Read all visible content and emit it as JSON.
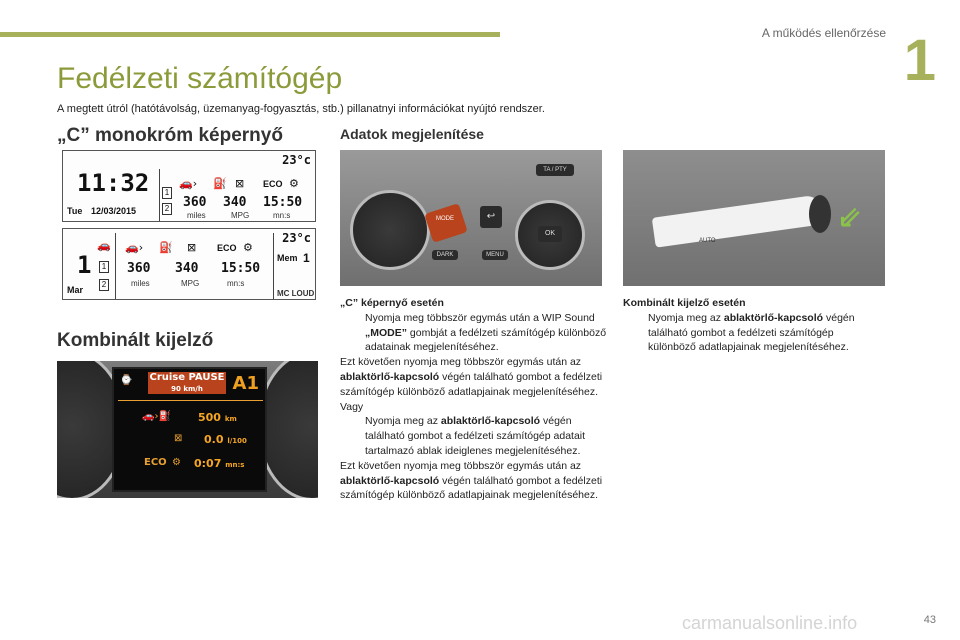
{
  "header": {
    "section": "A működés ellenőrzése",
    "chapter": "1"
  },
  "title": "Fedélzeti számítógép",
  "intro": "A megtett útról (hatótávolság, üzemanyag-fogyasztás, stb.) pillanatnyi információkat nyújtó rendszer.",
  "sections": {
    "mono": "„C” monokróm képernyő",
    "data": "Adatok megjelenítése",
    "combined": "Kombinált kijelző"
  },
  "lcd1": {
    "clock": "11:32",
    "temp": "23°c",
    "day": "Tue",
    "date": "12/03/2015",
    "values": [
      "360",
      "340",
      "15:50"
    ],
    "units": [
      "miles",
      "MPG",
      "mn:s"
    ],
    "eco": "ECO",
    "boxes": [
      "1",
      "2"
    ]
  },
  "lcd2": {
    "clock": "1",
    "temp": "23°c",
    "day": "Mar",
    "mem": "Mem",
    "mem_num": "1",
    "values": [
      "360",
      "340",
      "15:50"
    ],
    "units": [
      "miles",
      "MPG",
      "mn:s"
    ],
    "eco": "ECO",
    "boxes": [
      "1",
      "2"
    ],
    "bottom": "MC LOUD"
  },
  "dash": {
    "cruise": "Cruise PAUSE",
    "cruise_speed": "90 km/h",
    "gear": "A1",
    "rows": [
      {
        "value": "500",
        "unit": "km"
      },
      {
        "value": "0.0",
        "unit": "l/100"
      },
      {
        "value": "0:07",
        "unit": "mn:s"
      }
    ],
    "eco": "ECO"
  },
  "mode_photo": {
    "mode": "MODE",
    "dark": "DARK",
    "menu": "MENU",
    "ok": "OK",
    "ta": "TA / PTY"
  },
  "stalk_photo": {
    "auto": "AUTO"
  },
  "left_text": {
    "heading": "„C” képernyő esetén",
    "bullet_mark": "",
    "b1_pre": "Nyomja meg többször egymás után a WIP Sound ",
    "b1_bold": "„MODE”",
    "b1_post": " gombját a fedélzeti számítógép különböző adatainak megjelenítéséhez.",
    "p1_pre": "Ezt követően nyomja meg többször egymás után az ",
    "p1_bold": "ablaktörlő-kapcsoló",
    "p1_post": " végén található gombot a fedélzeti számítógép különböző adatlapjainak megjelenítéséhez.",
    "or": "Vagy",
    "b2_pre": "Nyomja meg az ",
    "b2_bold": "ablaktörlő-kapcsoló",
    "b2_post": " végén található gombot a fedélzeti számítógép adatait tartalmazó ablak ideiglenes megjelenítéséhez.",
    "p2_pre": "Ezt követően nyomja meg többször egymás után az ",
    "p2_bold": "ablaktörlő-kapcsoló",
    "p2_post": " végén található gombot a fedélzeti számítógép különböző adatlapjainak megjelenítéséhez."
  },
  "right_text": {
    "heading": "Kombinált kijelző esetén",
    "b1_pre": "Nyomja meg az ",
    "b1_bold": "ablaktörlő-kapcsoló",
    "b1_post": " végén található gombot a fedélzeti számítógép különböző adatlapjainak megjelenítéséhez."
  },
  "footer": {
    "page": "43",
    "watermark": "carmanualsonline.info"
  }
}
